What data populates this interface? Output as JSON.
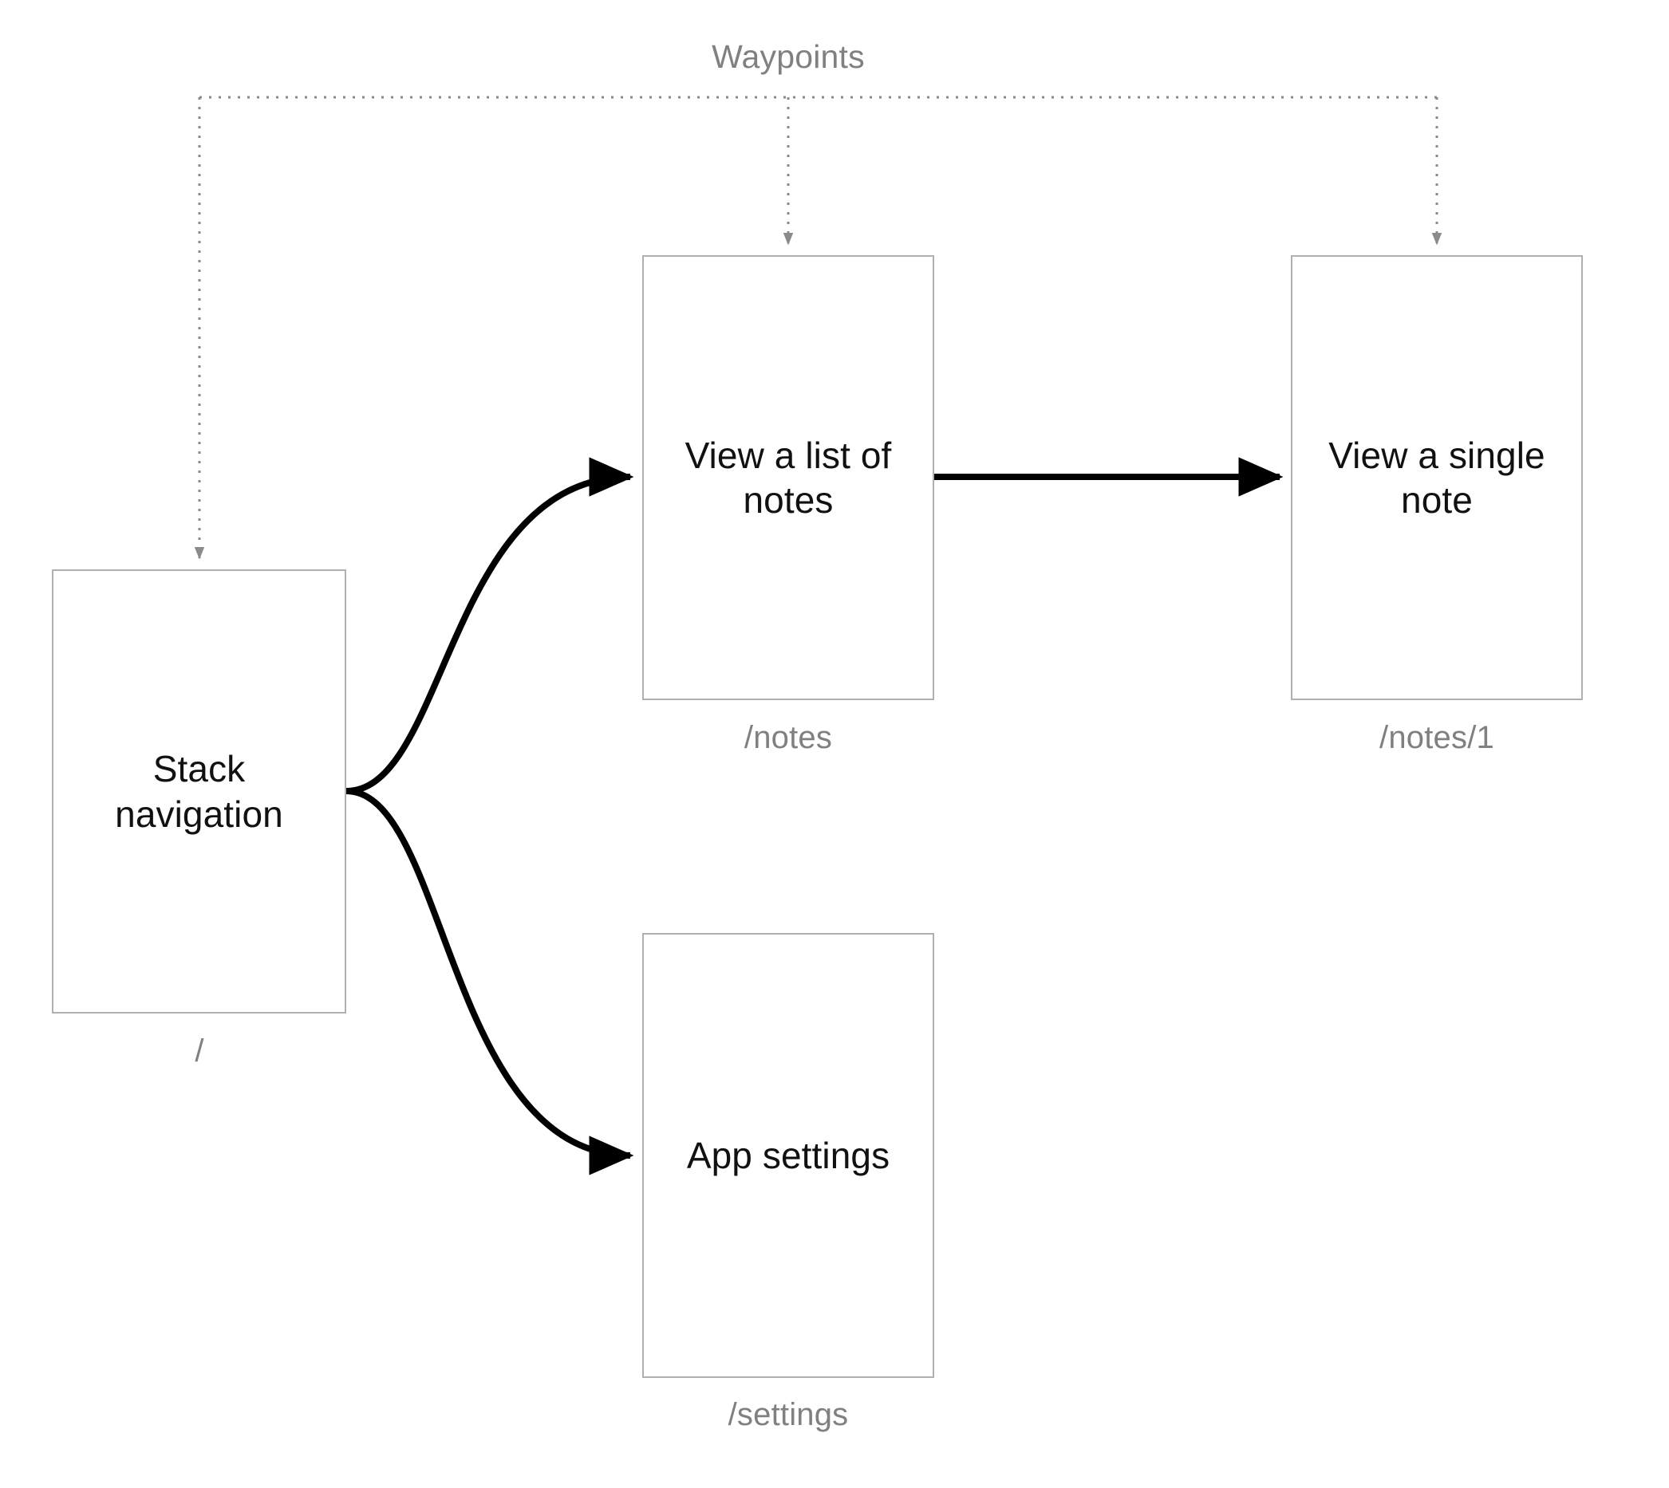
{
  "diagram": {
    "title": "Waypoints",
    "colors": {
      "background": "#ffffff",
      "node_border": "#b0b0b0",
      "node_fill": "#ffffff",
      "node_text": "#111111",
      "route_text": "#808080",
      "edge_solid": "#000000",
      "edge_dotted": "#808080"
    },
    "nodes": [
      {
        "id": "stack",
        "label": "Stack navigation",
        "route": "/"
      },
      {
        "id": "notes_list",
        "label": "View a list of notes",
        "route": "/notes"
      },
      {
        "id": "single",
        "label": "View a single note",
        "route": "/notes/1"
      },
      {
        "id": "settings",
        "label": "App settings",
        "route": "/settings"
      }
    ],
    "edges": [
      {
        "from": "stack",
        "to": "notes_list",
        "style": "solid-curve"
      },
      {
        "from": "stack",
        "to": "settings",
        "style": "solid-curve"
      },
      {
        "from": "notes_list",
        "to": "single",
        "style": "solid-straight"
      },
      {
        "from": "waypoints",
        "to": "stack",
        "style": "dotted"
      },
      {
        "from": "waypoints",
        "to": "notes_list",
        "style": "dotted"
      },
      {
        "from": "waypoints",
        "to": "single",
        "style": "dotted"
      }
    ]
  }
}
